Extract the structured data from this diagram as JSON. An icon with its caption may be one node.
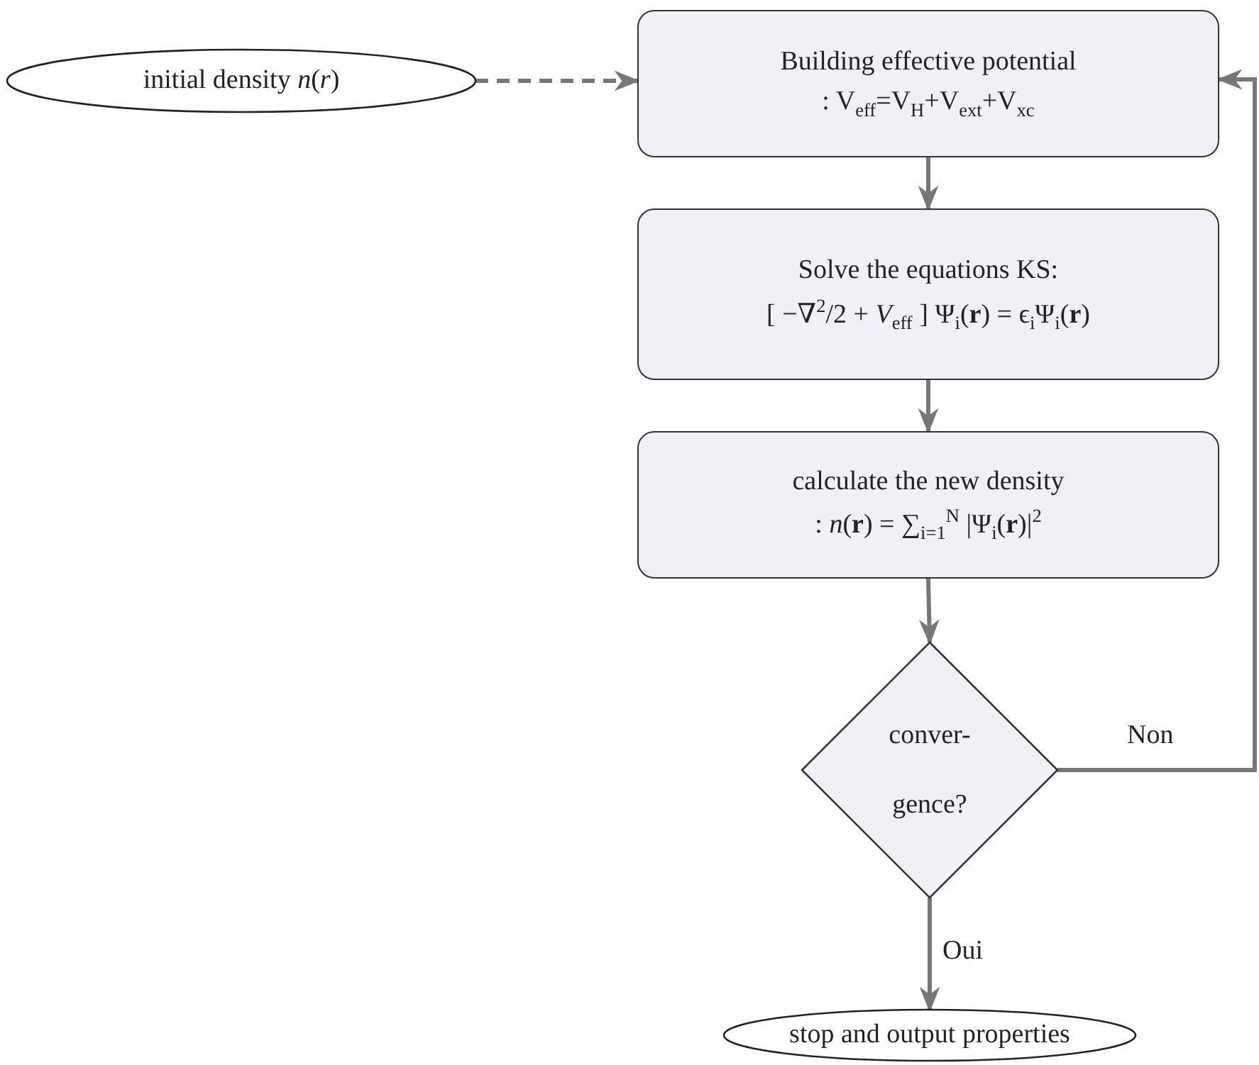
{
  "diagram": {
    "nodes": [
      {
        "text": [
          "initial density *n*(*r*)"
        ]
      },
      {
        "text": [
          "Building effective potential",
          ": V$_{eff}$=V$_{H}$+V$_{ext}$+V$_{xc}$"
        ]
      },
      {
        "text": [
          "Solve the equations KS:",
          "[ −∇$^{2}$/2 + *V*$_{eff}$ ] Ψ$_{i}$(**r**) = ϵ$_{i}$Ψ$_{i}$(**r**)"
        ]
      },
      {
        "text": [
          "calculate the new density",
          ": *n*(**r**) = ∑$_{i=1}$$^{N}$ |Ψ$_{i}$(**r**)|$^{2}$"
        ]
      },
      {
        "text": [
          "conver- gence?"
        ]
      },
      {
        "text": [
          "stop and output properties"
        ]
      }
    ],
    "edges": [
      {
        "from": 0,
        "to": 1,
        "arrow": "to",
        "style": "dashed"
      },
      {
        "from": 1,
        "to": 2,
        "arrow": "to"
      },
      {
        "from": 2,
        "to": 3,
        "arrow": "to"
      },
      {
        "from": 3,
        "to": 4,
        "arrow": "to"
      },
      {
        "from": 4,
        "to": 1,
        "arrow": "to",
        "label": "Non"
      },
      {
        "from": 4,
        "to": 5,
        "arrow": "to",
        "label": "Oui"
      }
    ]
  }
}
